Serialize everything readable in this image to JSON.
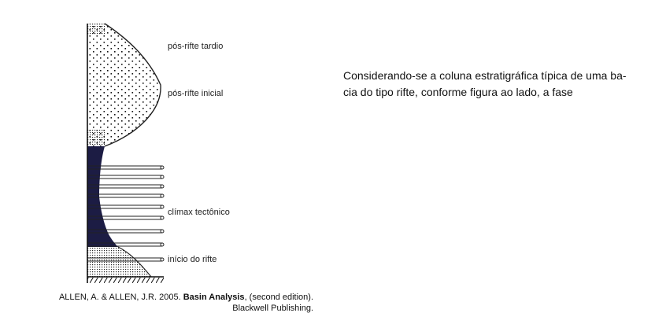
{
  "figure": {
    "phase_labels": {
      "pos_rifte_tardio": "pós-rifte tardio",
      "pos_rifte_inicial": "pós-rifte inicial",
      "climax_tectonico": "clímax tectônico",
      "inicio_do_rifte": "início do rifte"
    },
    "fill_colors": {
      "dark_wedge": "#1c1c44",
      "stipple": "#111111"
    }
  },
  "question": {
    "line1": "Considerando-se a coluna estratigráfica típica de uma ba-",
    "line2": "cia do tipo rifte, conforme figura ao lado, a fase"
  },
  "citation": {
    "authors": "ALLEN, A. & ALLEN, J.R. 2005.",
    "book_title": "Basin Analysis",
    "edition": ", (second edition).",
    "publisher": "Blackwell Publishing."
  }
}
